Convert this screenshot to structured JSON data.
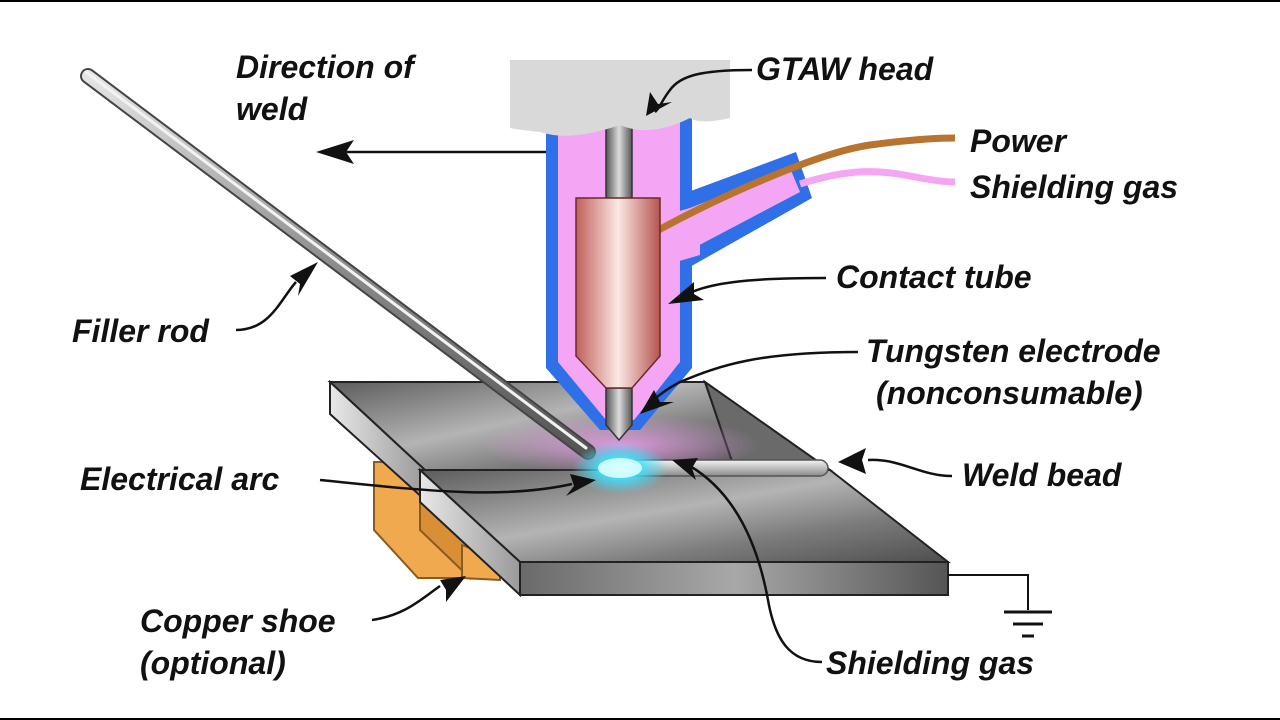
{
  "diagram": {
    "labels": {
      "direction_of_weld": [
        "Direction of",
        "weld"
      ],
      "gtaw_head": "GTAW head",
      "power": "Power",
      "shielding_gas_top": "Shielding gas",
      "contact_tube": "Contact tube",
      "filler_rod": "Filler rod",
      "tungsten_electrode": [
        "Tungsten electrode",
        "(nonconsumable)"
      ],
      "electrical_arc": "Electrical arc",
      "weld_bead": "Weld bead",
      "copper_shoe": [
        "Copper shoe",
        "(optional)"
      ],
      "shielding_gas_bottom": "Shielding gas"
    },
    "colors": {
      "gas_pink": "#f4a6f4",
      "nozzle_blue": "#2f6fe8",
      "power_brown": "#b8732f",
      "copper": "#f0a94f",
      "plate_gray": "#7a7a7a",
      "arc_cyan": "#3fe3ff",
      "head_gray": "#d9d9d9"
    }
  }
}
